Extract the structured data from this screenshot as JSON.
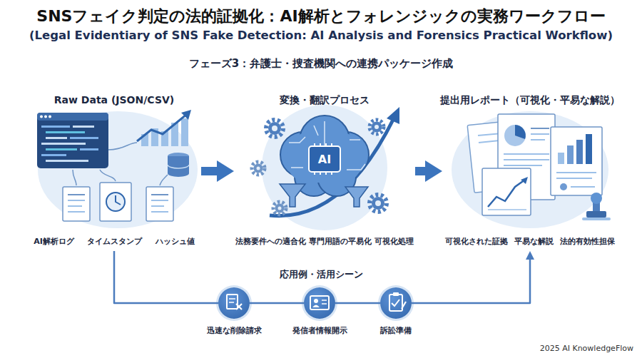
{
  "diagram": {
    "title": "SNSフェイク判定の法的証拠化：AI解析とフォレンジックの実務ワークフロー",
    "nodes": [
      {
        "text": [
          "Raw Data (JSON/CSV)",
          "AI解析ログ",
          "タイムスタンプ",
          "ハッシュ値"
        ]
      },
      {
        "text": [
          "変換・翻訳プロセス",
          "法務要件への適合化",
          "専門用語の平易化",
          "可視化処理"
        ]
      },
      {
        "text": [
          "提出用レポート（可視化・平易な解説）",
          "可視化された証拠",
          "平易な解説",
          "法的有効性担保"
        ]
      },
      {
        "text": [
          "迅速な削除請求"
        ]
      },
      {
        "text": [
          "発信者情報開示"
        ]
      },
      {
        "text": [
          "訴訟準備"
        ]
      }
    ],
    "edges": [
      {
        "from": 0,
        "to": 1,
        "arrow": "to"
      },
      {
        "from": 1,
        "to": 2,
        "arrow": "to"
      },
      {
        "from": 0,
        "to": 3,
        "arrow": "none"
      },
      {
        "from": 3,
        "to": 4,
        "arrow": "none"
      },
      {
        "from": 4,
        "to": 5,
        "arrow": "none"
      },
      {
        "from": 5,
        "to": 2,
        "arrow": "to"
      }
    ],
    "labels": [
      "(Legal Evidentiary of SNS Fake Detection: AI Analysis and Forensics Practical Workflow)",
      "フェーズ3：弁護士・捜査機関への連携パッケージ作成",
      "応用例・活用シーン",
      "AI",
      "2025 AI KnowledgeFlow"
    ]
  }
}
